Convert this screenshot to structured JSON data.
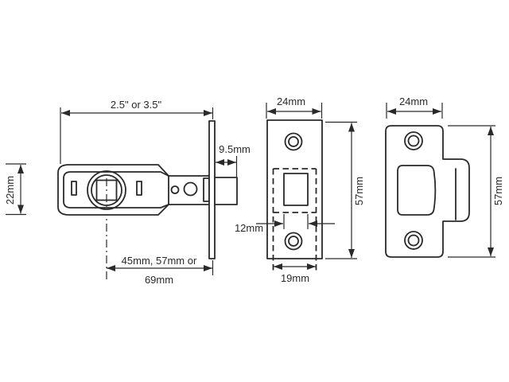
{
  "page": {
    "background_color": "#ffffff",
    "line_color": "#2a2a2a"
  },
  "views": {
    "latch_side": {
      "dimensions": {
        "case_length": "2.5\" or 3.5\"",
        "bolt_projection": "9.5mm",
        "case_height": "22mm",
        "backset_line1": "45mm, 57mm or",
        "backset_line2": "69mm"
      }
    },
    "faceplate_front": {
      "dimensions": {
        "plate_width": "24mm",
        "plate_height": "57mm",
        "bolt_width": "12mm",
        "case_width": "19mm"
      }
    },
    "strike_plate": {
      "dimensions": {
        "plate_width": "24mm",
        "plate_height": "57mm"
      }
    }
  }
}
